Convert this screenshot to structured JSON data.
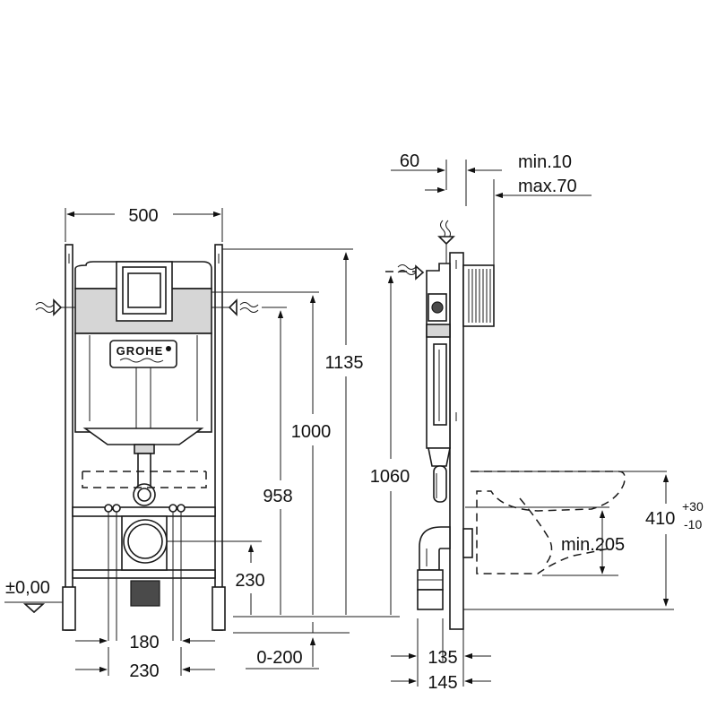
{
  "brand": "GROHE",
  "front_view": {
    "width": "500",
    "height_total": "1135",
    "height_flush": "1000",
    "height_958": "958",
    "height_230": "230",
    "floor_level": "±0,00",
    "width_180": "180",
    "width_230": "230",
    "range_0_200": "0-200"
  },
  "side_view": {
    "offset_60": "60",
    "depth_min": "min.10",
    "depth_max": "max.70",
    "height_1060": "1060",
    "bowl_height": "410",
    "tol_plus": "+30",
    "tol_minus": "-10",
    "min_205": "min.205",
    "depth_135": "135",
    "depth_145": "145"
  },
  "colors": {
    "line": "#1a1a1a",
    "shade": "#d6d6d6",
    "dark": "#4a4a4a"
  }
}
